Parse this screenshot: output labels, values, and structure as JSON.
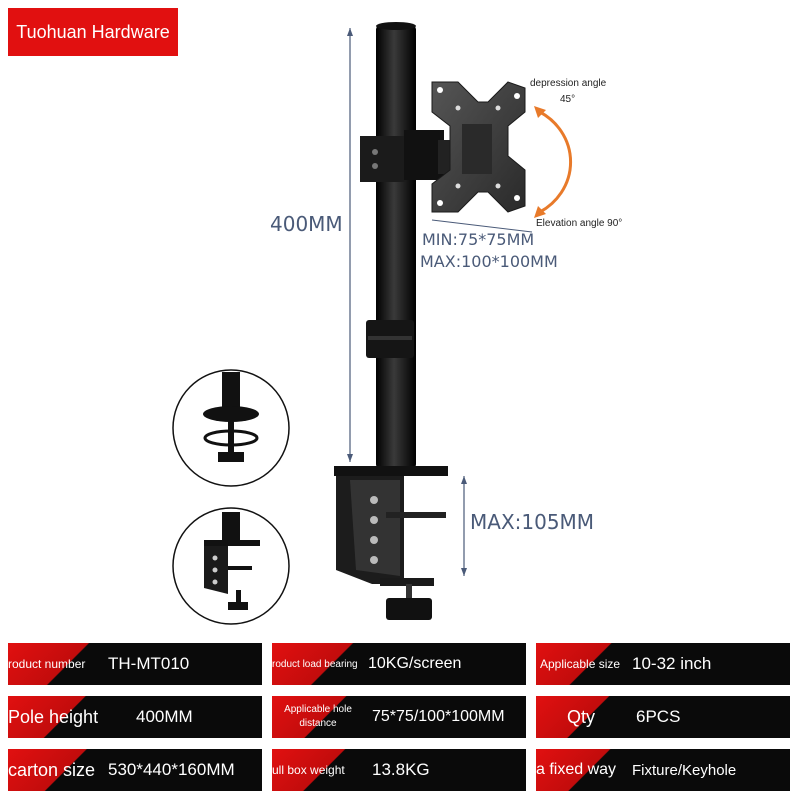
{
  "brand": {
    "name": "Tuohuan Hardware"
  },
  "diagram": {
    "height_label": "400MM",
    "vesa_min": "MIN:75*75MM",
    "vesa_max": "MAX:100*100MM",
    "clamp_max": "MAX:105MM",
    "depression_label": "depression angle",
    "depression_value": "45°",
    "elevation_label": "Elevation angle 90°"
  },
  "specs": [
    {
      "label": "roduct number",
      "value": "TH-MT010"
    },
    {
      "label": "roduct load bearing",
      "value": "10KG/screen"
    },
    {
      "label": "Applicable size",
      "value": "10-32 inch"
    },
    {
      "label": "Pole height",
      "value": "400MM"
    },
    {
      "label": "Applicable hole distance",
      "value": "75*75/100*100MM"
    },
    {
      "label": "Qty",
      "value": "6PCS"
    },
    {
      "label": "carton size",
      "value": "530*440*160MM"
    },
    {
      "label": "ull box weight",
      "value": "13.8KG"
    },
    {
      "label": "a fixed way",
      "value": "Fixture/Keyhole"
    }
  ],
  "colors": {
    "brand_red": "#e11010",
    "cell_black": "#0a0a0a",
    "dimension_text": "#4a5a78",
    "arc_orange": "#e87a2a"
  }
}
